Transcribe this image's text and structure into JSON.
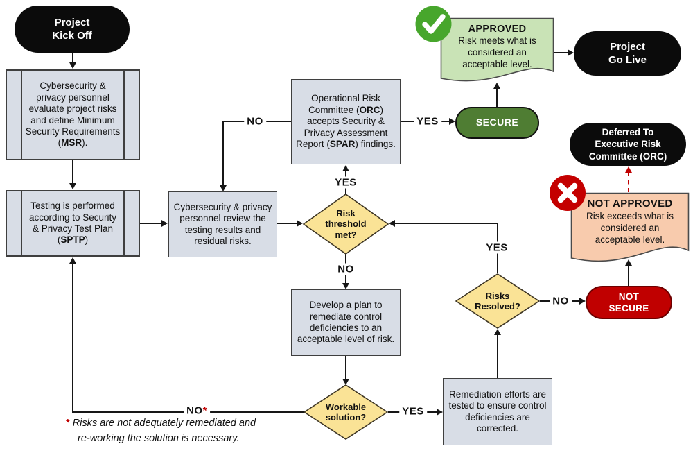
{
  "nodes": {
    "kickoff": {
      "label": "Project\nKick Off"
    },
    "msr": {
      "pre": "Cybersecurity & privacy personnel evaluate project risks and define Minimum Security Requirements (",
      "bold": "MSR",
      "post": ")."
    },
    "sptp": {
      "pre": "Testing is performed according to Security & Privacy Test Plan (",
      "bold": "SPTP",
      "post": ")"
    },
    "review": {
      "text": "Cybersecurity & privacy personnel review the testing results and residual risks."
    },
    "orc": {
      "seg0": "Operational Risk Committee (",
      "seg1": "ORC",
      "seg2": ") accepts Security & Privacy Assessment Report (",
      "seg3": "SPAR",
      "seg4": ") findings."
    },
    "threshold": {
      "text": "Risk threshold met?"
    },
    "develop": {
      "text": "Develop a plan to remediate control deficiencies to an acceptable level of risk."
    },
    "workable": {
      "text": "Workable solution?"
    },
    "remediate": {
      "text": "Remediation efforts are tested to ensure control deficiencies are corrected."
    },
    "resolved": {
      "text": "Risks Resolved?"
    },
    "secure": {
      "label": "SECURE"
    },
    "not_secure": {
      "label": "NOT\nSECURE"
    },
    "golive": {
      "label": "Project\nGo Live"
    },
    "deferred": {
      "label": "Deferred To\nExecutive Risk\nCommittee (ORC)"
    },
    "approved": {
      "title": "APPROVED",
      "body": "Risk meets what is considered an acceptable level."
    },
    "not_approved": {
      "title": "NOT APPROVED",
      "body": "Risk exceeds what is considered an acceptable level."
    }
  },
  "edge_labels": {
    "orc_no": "NO",
    "orc_yes": "YES",
    "threshold_yes": "YES",
    "threshold_no": "NO",
    "resolved_yes": "YES",
    "resolved_no": "NO",
    "workable_yes": "YES",
    "workable_no": "NO",
    "workable_no_star": "*"
  },
  "footnote": {
    "star": "*",
    "line1": "Risks are not adequately remediated and",
    "line2": "re-working the solution is necessary."
  },
  "icons": {
    "check": "check-circle (approved)",
    "cross": "x-circle (not approved)"
  },
  "colors": {
    "process_fill": "#d8dde6",
    "diamond_fill": "#fae396",
    "terminator_black": "#0b0b0b",
    "secure_green": "#4f7d33",
    "not_secure_red": "#c00000",
    "approved_doc_fill": "#c9e3b6",
    "not_approved_doc_fill": "#f8cbad",
    "check_circle_green": "#47a62c",
    "cross_circle_red": "#c40000",
    "connector": "#161616"
  }
}
